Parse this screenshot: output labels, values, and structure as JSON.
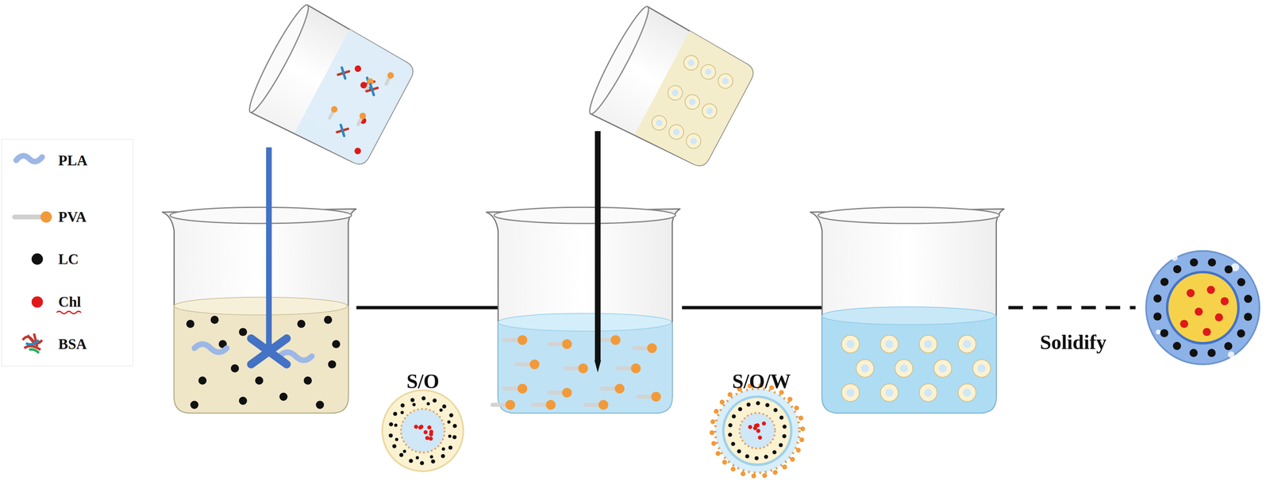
{
  "diagram": {
    "labels": [
      "S/O",
      "S/O/W",
      "Solidify"
    ],
    "legend": [
      {
        "text": "PLA"
      },
      {
        "text": "PVA"
      },
      {
        "text": "LC"
      },
      {
        "text": "Chl"
      },
      {
        "text": "BSA"
      }
    ]
  }
}
